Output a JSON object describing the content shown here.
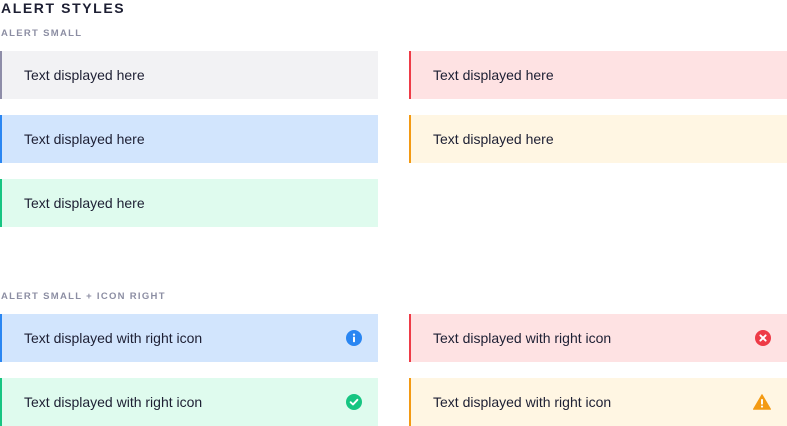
{
  "page": {
    "title": "ALERT STYLES",
    "sections": {
      "small": "ALERT SMALL",
      "small_icon_right": "ALERT SMALL + ICON RIGHT"
    }
  },
  "colors": {
    "neutral": "#8e8da8",
    "info": "#2a86f2",
    "success": "#17c582",
    "error": "#ee3b47",
    "warning": "#f39a13"
  },
  "alerts_small": [
    {
      "variant": "neutral",
      "text": "Text displayed here"
    },
    {
      "variant": "error",
      "text": "Text displayed here"
    },
    {
      "variant": "info",
      "text": "Text displayed here"
    },
    {
      "variant": "warning",
      "text": "Text displayed here"
    },
    {
      "variant": "success",
      "text": "Text displayed here"
    }
  ],
  "alerts_icon_right": [
    {
      "variant": "info",
      "text": "Text displayed with right icon",
      "icon": "info-icon"
    },
    {
      "variant": "error",
      "text": "Text displayed with right icon",
      "icon": "error-icon"
    },
    {
      "variant": "success",
      "text": "Text displayed with right icon",
      "icon": "check-icon"
    },
    {
      "variant": "warning",
      "text": "Text displayed with right icon",
      "icon": "warning-icon"
    }
  ]
}
